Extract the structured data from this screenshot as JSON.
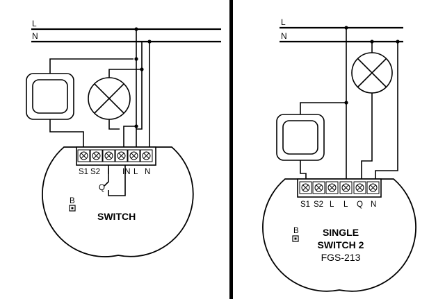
{
  "left_diagram": {
    "lines": {
      "l": "L",
      "n": "N"
    },
    "terminals": [
      "S1",
      "S2",
      "I",
      "IN",
      "L",
      "N"
    ],
    "q_label": "Q",
    "b_label": "B",
    "title": "SWITCH"
  },
  "right_diagram": {
    "lines": {
      "l": "L",
      "n": "N"
    },
    "terminals": [
      "S1",
      "S2",
      "L",
      "L",
      "Q",
      "N"
    ],
    "b_label": "B",
    "title_line1": "SINGLE",
    "title_line2": "SWITCH 2",
    "model": "FGS-213"
  },
  "divider_color": "#000000"
}
